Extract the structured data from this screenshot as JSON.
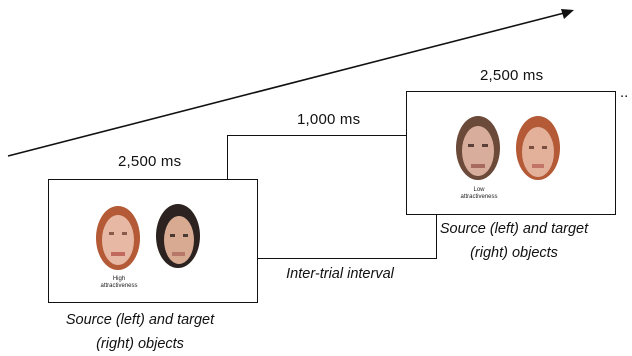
{
  "trials": [
    {
      "duration": "2,500 ms",
      "caption_line1": "Source (left) and target",
      "caption_line2": "(right) objects",
      "face_label_line1": "High",
      "face_label_line2": "attractiveness"
    },
    {
      "duration": "1,000 ms",
      "caption_line1": "Inter-trial interval"
    },
    {
      "duration": "2,500 ms",
      "caption_line1": "Source (left) and target",
      "caption_line2": "(right) objects",
      "face_label_line1": "Low",
      "face_label_line2": "attractiveness"
    }
  ],
  "continuation": "..",
  "colors": {
    "line": "#111111",
    "skin_light": "#e7b8a4",
    "skin_mid": "#c98f77",
    "hair_red": "#b45a36",
    "hair_dark": "#2c2320",
    "hair_brown": "#6b4a3a"
  }
}
